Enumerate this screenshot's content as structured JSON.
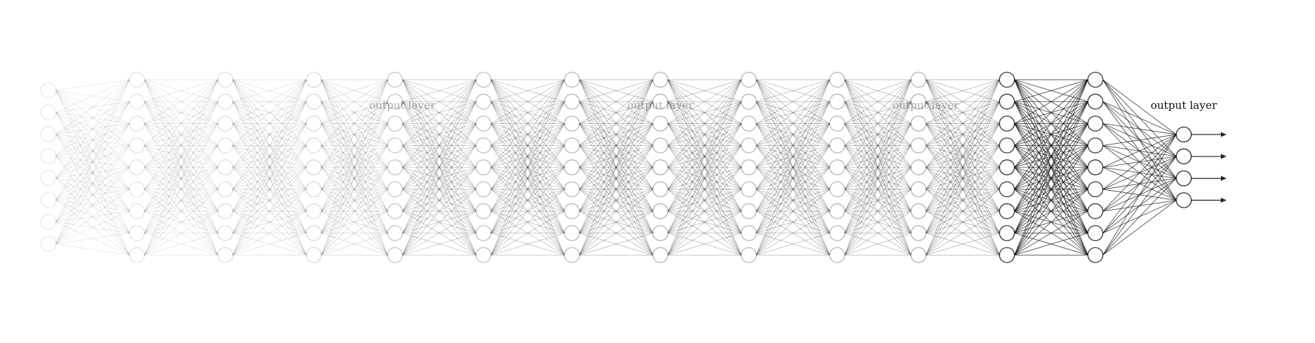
{
  "diagram": {
    "type": "neural-network-sequence",
    "labels": [
      "output layer",
      "output layer",
      "output layer",
      "output layer"
    ],
    "label_emphasis": [
      0.35,
      0.35,
      0.35,
      1.0
    ],
    "stroke_color": "#111111",
    "node_fill": "#ffffff",
    "background": "#ffffff",
    "arrow_count": 4,
    "layers": [
      {
        "nodes": 8,
        "opacity": 0.1
      },
      {
        "nodes": 9,
        "opacity": 0.12
      },
      {
        "nodes": 9,
        "opacity": 0.14
      },
      {
        "nodes": 9,
        "opacity": 0.16
      },
      {
        "nodes": 9,
        "opacity": 0.24
      },
      {
        "nodes": 9,
        "opacity": 0.27
      },
      {
        "nodes": 9,
        "opacity": 0.3
      },
      {
        "nodes": 9,
        "opacity": 0.33
      },
      {
        "nodes": 9,
        "opacity": 0.3
      },
      {
        "nodes": 9,
        "opacity": 0.3
      },
      {
        "nodes": 9,
        "opacity": 0.33
      },
      {
        "nodes": 9,
        "opacity": 0.85
      },
      {
        "nodes": 9,
        "opacity": 0.85
      },
      {
        "nodes": 4,
        "opacity": 0.9
      }
    ]
  }
}
